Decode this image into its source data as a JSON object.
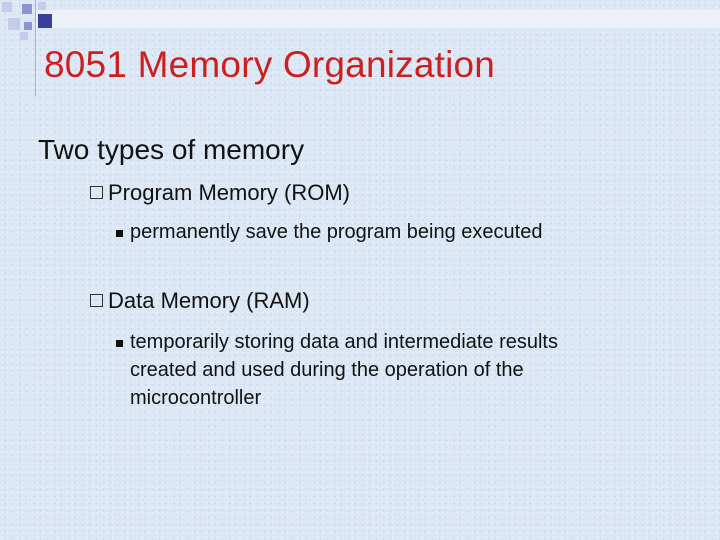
{
  "slide": {
    "title": "8051 Memory Organization",
    "heading": "Two types of memory",
    "sections": [
      {
        "label": "Program Memory (ROM)",
        "detail": "permanently save the program being executed"
      },
      {
        "label": "Data Memory (RAM)",
        "detail_lines": [
          "temporarily storing data and intermediate results",
          "created and used during the operation of the",
          "microcontroller"
        ]
      }
    ]
  },
  "colors": {
    "title": "#cc1f1f",
    "background": "#dbe7f4",
    "decor_dark": "#3b3f9a",
    "decor_light": "#c7cbea"
  }
}
